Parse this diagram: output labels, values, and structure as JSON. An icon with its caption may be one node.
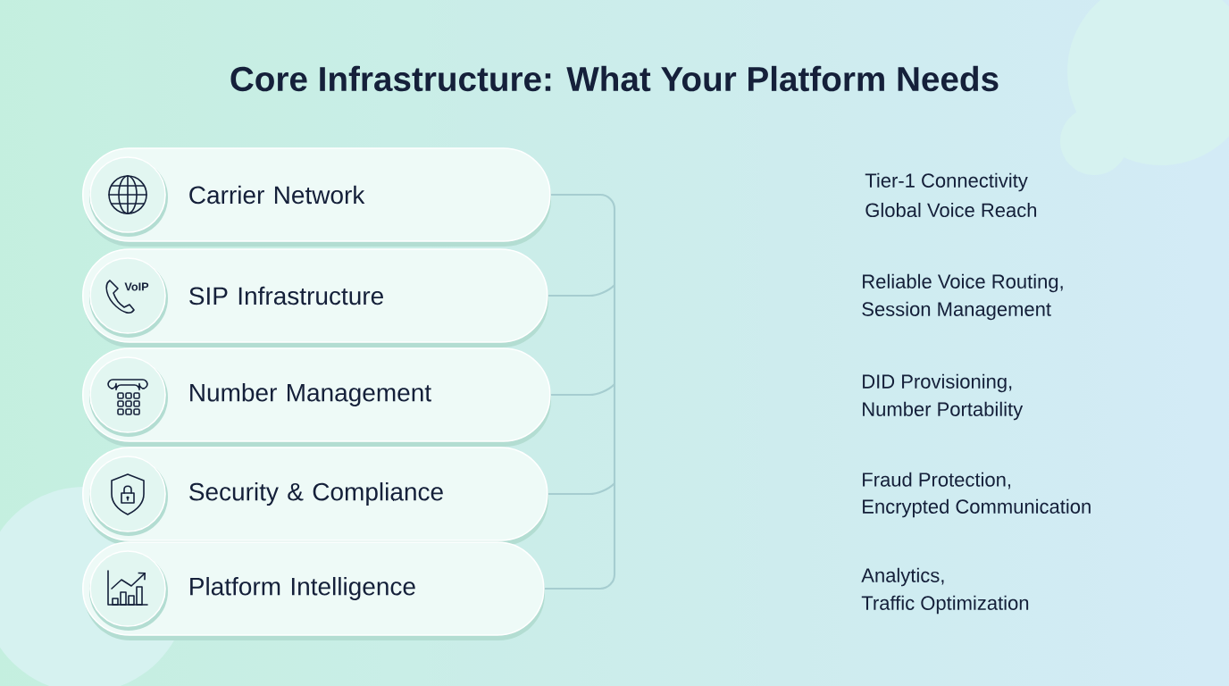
{
  "diagram": {
    "title": "Core Infrastructure: What Your Platform Needs",
    "nodes": [
      {
        "text": [
          "Carrier Network"
        ]
      },
      {
        "text": [
          "SIP Infrastructure"
        ]
      },
      {
        "text": [
          "Number Management"
        ]
      },
      {
        "text": [
          "Security & Compliance"
        ]
      },
      {
        "text": [
          "Platform Intelligence"
        ]
      }
    ],
    "labels": [
      "Tier-1 Connectivity",
      "Global Voice Reach",
      "VoIP",
      "Reliable Voice Routing,",
      "Session Management",
      "DID Provisioning,",
      "Number Portability",
      "Fraud Protection,",
      "Encrypted Communication",
      "Analytics,",
      "Traffic Optimization"
    ]
  }
}
